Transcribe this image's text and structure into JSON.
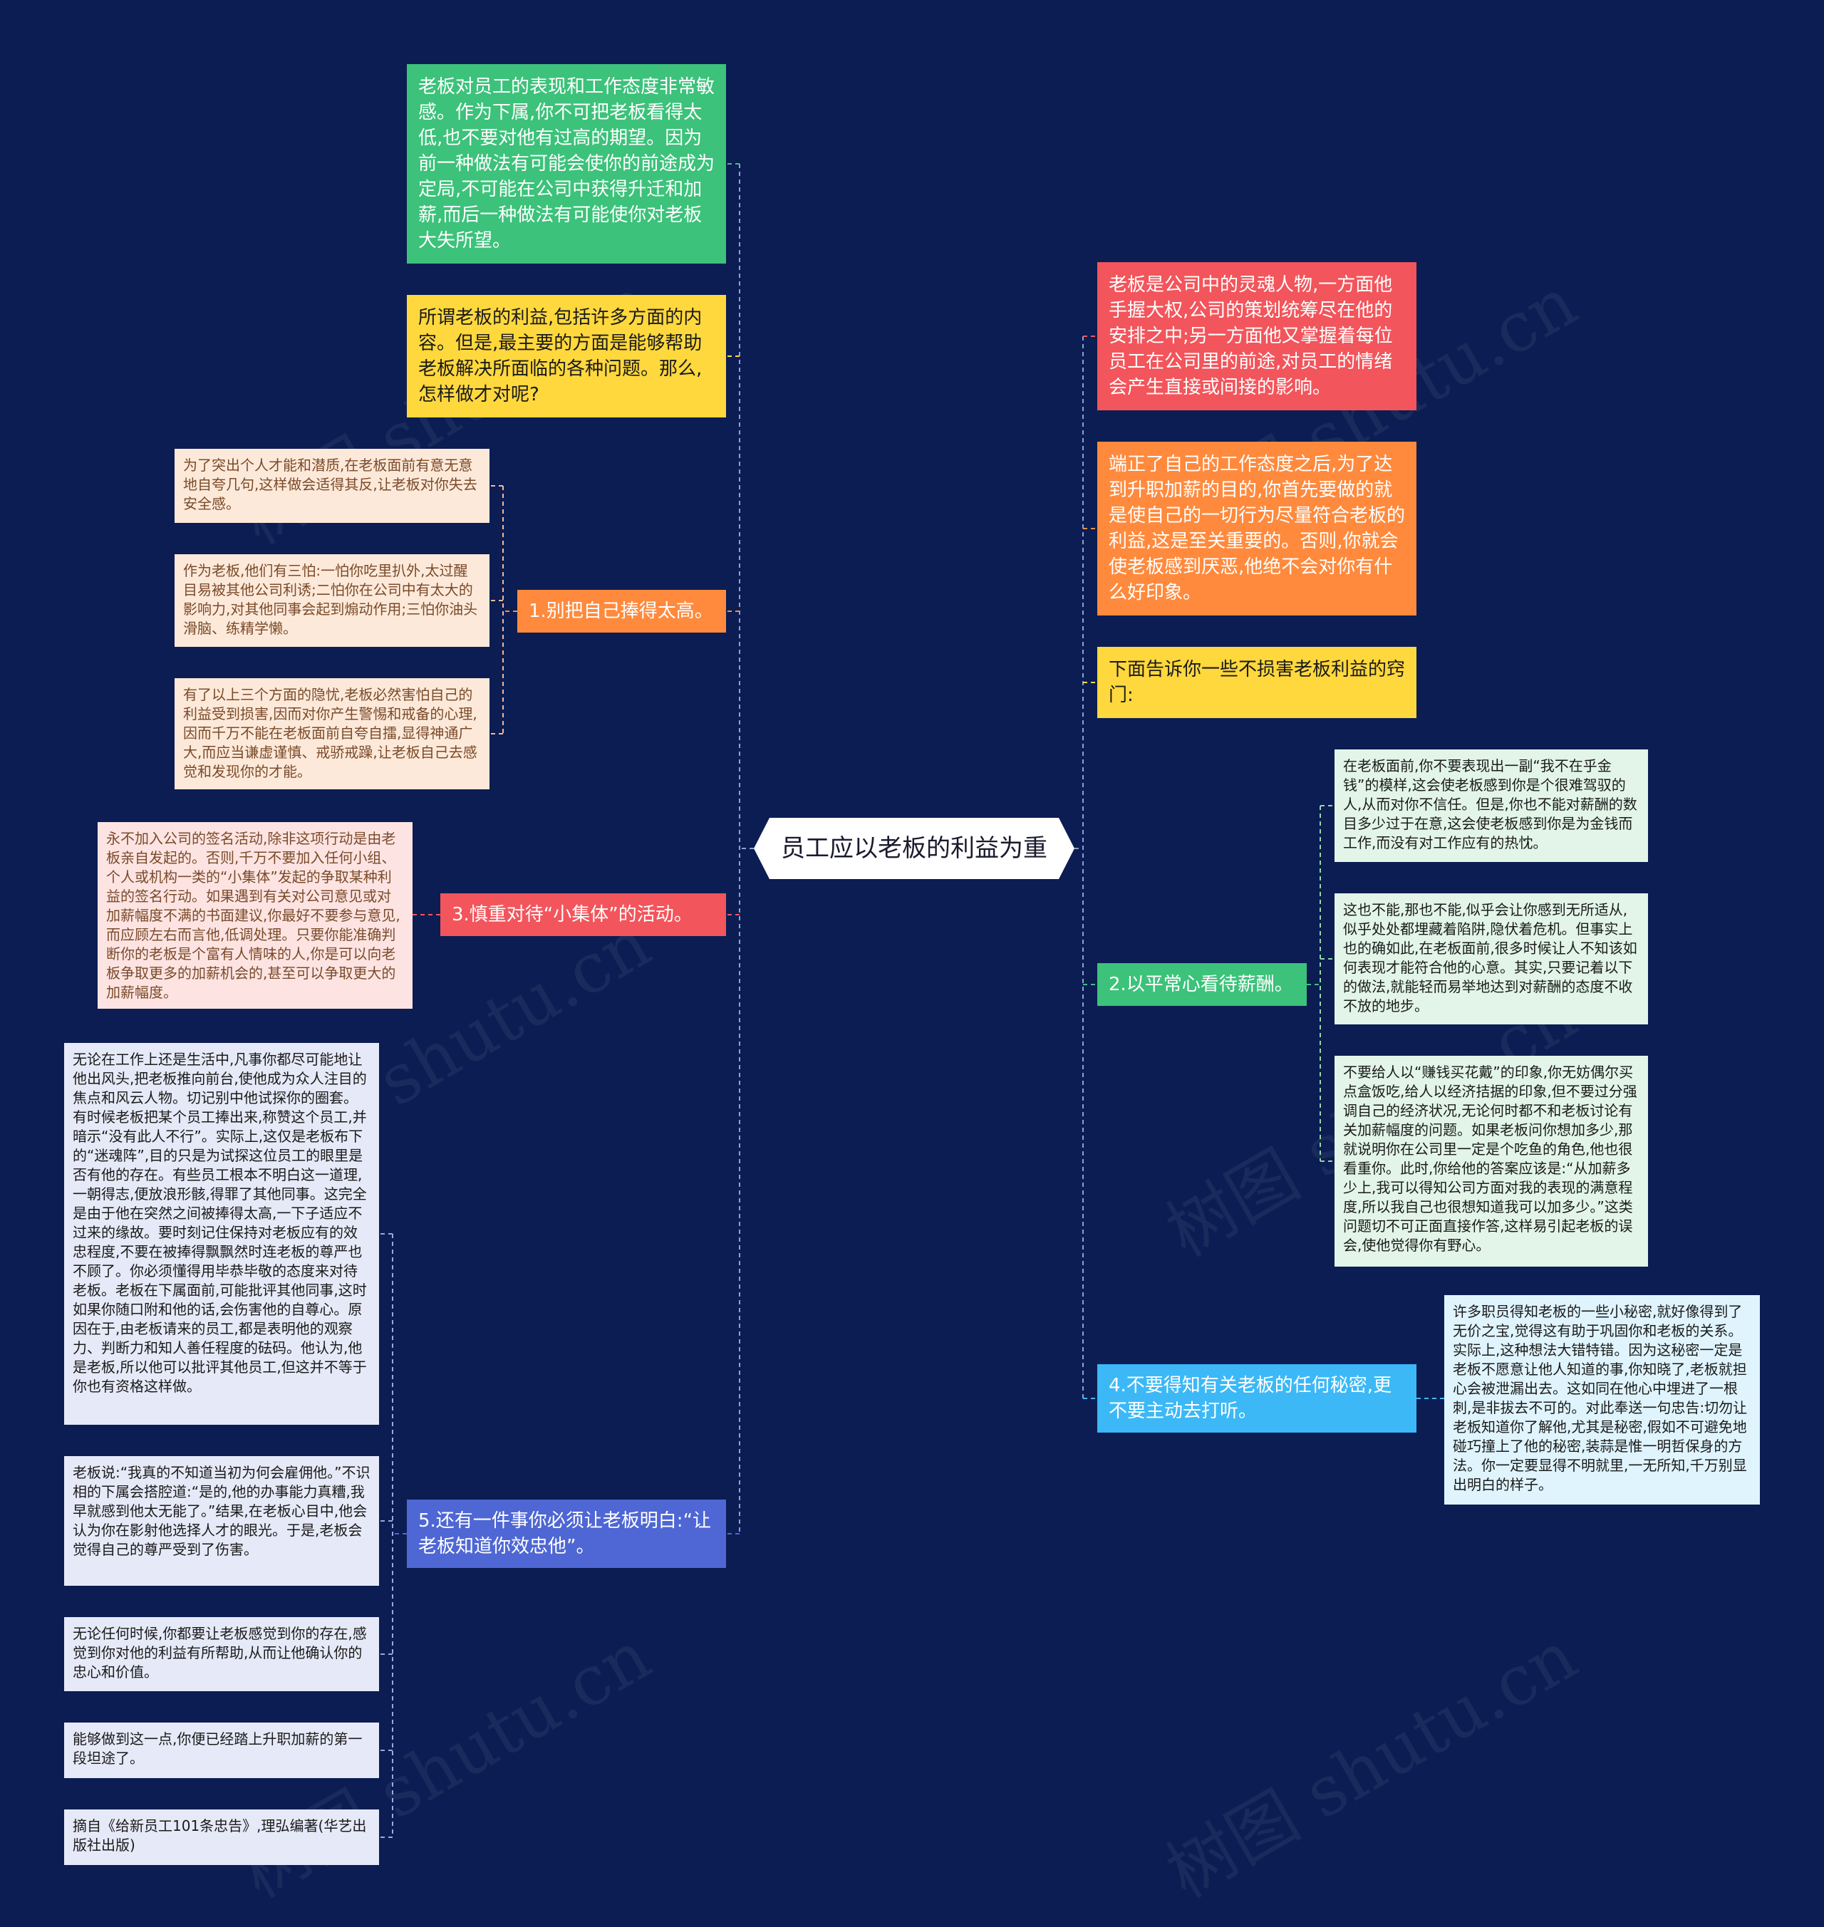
{
  "colors": {
    "background": "#0b1d52",
    "green": "#3cc27a",
    "yellow": "#ffd83d",
    "peach": "#fde9d9",
    "orange": "#ff8a3d",
    "red": "#f2555b",
    "pink": "#fde4e2",
    "lavender": "#e6e9f7",
    "blue": "#4f67d4",
    "mint": "#e2f5e8",
    "cyan": "#3cb8f6",
    "lightcyan": "#dff4fd"
  },
  "root": {
    "label": "员工应以老板的利益为重"
  },
  "left": {
    "intro1": "老板对员工的表现和工作态度非常敏感。作为下属,你不可把老板看得太低,也不要对他有过高的期望。因为前一种做法有可能会使你的前途成为定局,不可能在公司中获得升迁和加薪,而后一种做法有可能使你对老板大失所望。",
    "intro2": "所谓老板的利益,包括许多方面的内容。但是,最主要的方面是能够帮助老板解决所面临的各种问题。那么,怎样做才对呢?",
    "branch1": {
      "label": "1.别把自己捧得太高。",
      "children": [
        "为了突出个人才能和潜质,在老板面前有意无意地自夸几句,这样做会适得其反,让老板对你失去安全感。",
        "作为老板,他们有三怕:一怕你吃里扒外,太过醒目易被其他公司利诱;二怕你在公司中有太大的影响力,对其他同事会起到煽动作用;三怕你油头滑脑、练精学懒。",
        "有了以上三个方面的隐忧,老板必然害怕自己的利益受到损害,因而对你产生警惕和戒备的心理,因而千万不能在老板面前自夸自擂,显得神通广大,而应当谦虚谨慎、戒骄戒躁,让老板自己去感觉和发现你的才能。"
      ]
    },
    "branch3": {
      "label": "3.慎重对待“小集体”的活动。",
      "children": [
        "永不加入公司的签名活动,除非这项行动是由老板亲自发起的。否则,千万不要加入任何小组、个人或机构一类的“小集体”发起的争取某种利益的签名行动。如果遇到有关对公司意见或对加薪幅度不满的书面建议,你最好不要参与意见,而应顾左右而言他,低调处理。只要你能准确判断你的老板是个富有人情味的人,你是可以向老板争取更多的加薪机会的,甚至可以争取更大的加薪幅度。"
      ]
    },
    "branch5": {
      "label": "5.还有一件事你必须让老板明白:“让老板知道你效忠他”。",
      "children": [
        "无论在工作上还是生活中,凡事你都尽可能地让他出风头,把老板推向前台,使他成为众人注目的焦点和风云人物。切记别中他试探你的圈套。有时候老板把某个员工捧出来,称赞这个员工,并暗示“没有此人不行”。实际上,这仅是老板布下的“迷魂阵”,目的只是为试探这位员工的眼里是否有他的存在。有些员工根本不明白这一道理,一朝得志,便放浪形骸,得罪了其他同事。这完全是由于他在突然之间被捧得太高,一下子适应不过来的缘故。要时刻记住保持对老板应有的效忠程度,不要在被捧得飘飘然时连老板的尊严也不顾了。你必须懂得用毕恭毕敬的态度来对待老板。老板在下属面前,可能批评其他同事,这时如果你随口附和他的话,会伤害他的自尊心。原因在于,由老板请来的员工,都是表明他的观察力、判断力和知人善任程度的砝码。他认为,他是老板,所以他可以批评其他员工,但这并不等于你也有资格这样做。",
        "老板说:“我真的不知道当初为何会雇佣他。”不识相的下属会搭腔道:“是的,他的办事能力真糟,我早就感到他太无能了。”结果,在老板心目中,他会认为你在影射他选择人才的眼光。于是,老板会觉得自己的尊严受到了伤害。",
        "无论任何时候,你都要让老板感觉到你的存在,感觉到你对他的利益有所帮助,从而让他确认你的忠心和价值。",
        "能够做到这一点,你便已经踏上升职加薪的第一段坦途了。",
        "摘自《给新员工101条忠告》,理弘编著(华艺出版社出版)"
      ]
    }
  },
  "right": {
    "intro1": "老板是公司中的灵魂人物,一方面他手握大权,公司的策划统筹尽在他的安排之中;另一方面他又掌握着每位员工在公司里的前途,对员工的情绪会产生直接或间接的影响。",
    "intro2": "端正了自己的工作态度之后,为了达到升职加薪的目的,你首先要做的就是使自己的一切行为尽量符合老板的利益,这是至关重要的。否则,你就会使老板感到厌恶,他绝不会对你有什么好印象。",
    "intro3": "下面告诉你一些不损害老板利益的窍门:",
    "branch2": {
      "label": "2.以平常心看待薪酬。",
      "children": [
        "在老板面前,你不要表现出一副“我不在乎金钱”的模样,这会使老板感到你是个很难驾驭的人,从而对你不信任。但是,你也不能对薪酬的数目多少过于在意,这会使老板感到你是为金钱而工作,而没有对工作应有的热忱。",
        "这也不能,那也不能,似乎会让你感到无所适从,似乎处处都埋藏着陷阱,隐伏着危机。但事实上也的确如此,在老板面前,很多时候让人不知该如何表现才能符合他的心意。其实,只要记着以下的做法,就能轻而易举地达到对薪酬的态度不收不放的地步。",
        "不要给人以“赚钱买花戴”的印象,你无妨偶尔买点盒饭吃,给人以经济拮据的印象,但不要过分强调自己的经济状况,无论何时都不和老板讨论有关加薪幅度的问题。如果老板问你想加多少,那就说明你在公司里一定是个吃鱼的角色,他也很看重你。此时,你给他的答案应该是:“从加薪多少上,我可以得知公司方面对我的表现的满意程度,所以我自己也很想知道我可以加多少。”这类问题切不可正面直接作答,这样易引起老板的误会,使他觉得你有野心。"
      ]
    },
    "branch4": {
      "label": "4.不要得知有关老板的任何秘密,更不要主动去打听。",
      "children": [
        "许多职员得知老板的一些小秘密,就好像得到了无价之宝,觉得这有助于巩固你和老板的关系。实际上,这种想法大错特错。因为这秘密一定是老板不愿意让他人知道的事,你知晓了,老板就担心会被泄漏出去。这如同在他心中埋进了一根刺,是非拔去不可的。对此奉送一句忠告:切勿让老板知道你了解他,尤其是秘密,假如不可避免地碰巧撞上了他的秘密,装蒜是惟一明哲保身的方法。你一定要显得不明就里,一无所知,千万别显出明白的样子。"
      ]
    }
  }
}
